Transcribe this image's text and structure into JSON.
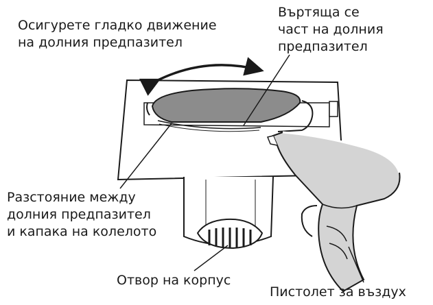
{
  "labels": {
    "smooth_motion": [
      "Осигурете гладко движение",
      "на долния предпазител"
    ],
    "rotating_part": [
      "Въртяща се",
      "част на долния",
      "предпазител"
    ],
    "gap": [
      "Разстояние между",
      "долния предпазител",
      "и капака на колелото"
    ],
    "housing_opening": "Отвор на корпус",
    "air_gun": "Пистолет за въздух"
  },
  "colors": {
    "line": "#1a1a1a",
    "guard_fill": "#8c8c8c",
    "gun_shade": "#d4d4d4",
    "background": "#ffffff"
  },
  "icons": {
    "motion": "double-arrow-icon",
    "tool": "air-gun-icon"
  }
}
